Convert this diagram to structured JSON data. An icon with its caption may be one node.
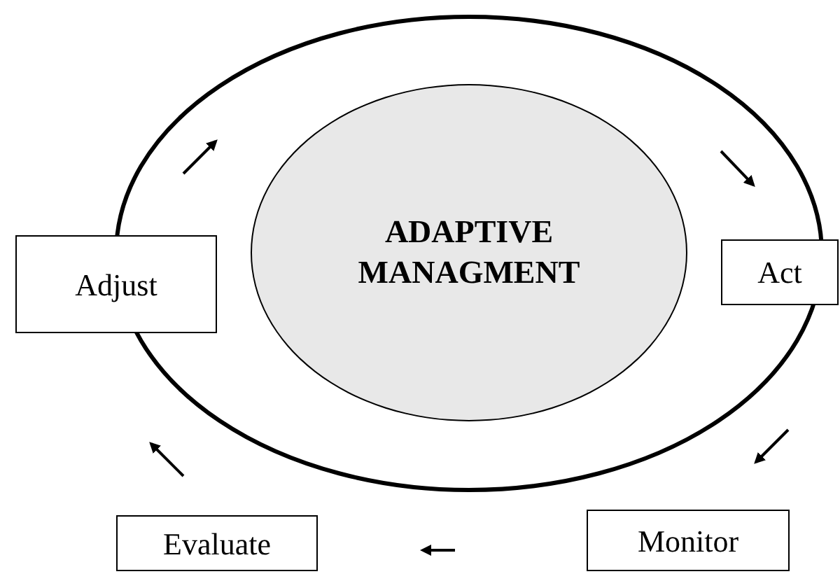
{
  "diagram": {
    "nodes": [
      {
        "text": [
          "ADAPTIVE MANAGMENT"
        ]
      },
      {
        "text": [
          "Adjust"
        ]
      },
      {
        "text": [
          "Act"
        ]
      },
      {
        "text": [
          "Monitor"
        ]
      },
      {
        "text": [
          "Evaluate"
        ]
      }
    ]
  }
}
